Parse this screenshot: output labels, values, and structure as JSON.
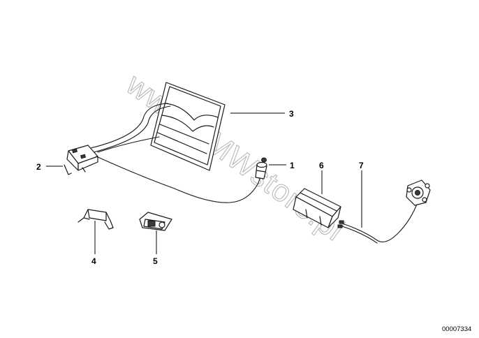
{
  "callouts": {
    "c1": "1",
    "c2": "2",
    "c3": "3",
    "c4": "4",
    "c5": "5",
    "c6": "6",
    "c7": "7"
  },
  "watermark": "www.BMWstore.pl",
  "reference_number": "00007334"
}
